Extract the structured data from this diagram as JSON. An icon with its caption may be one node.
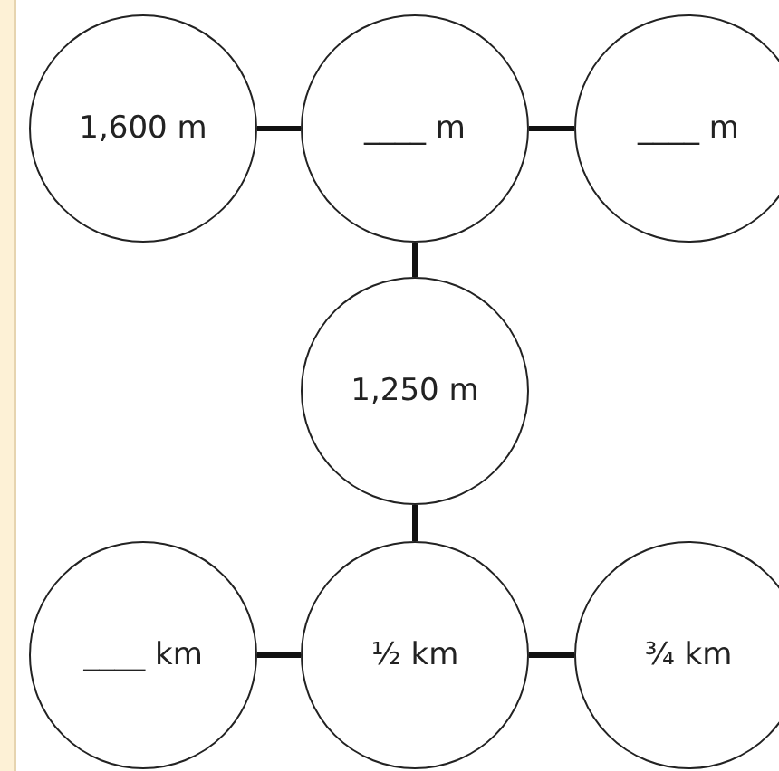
{
  "diagram": {
    "nodes": [
      {
        "text": [
          "1,600 m"
        ]
      },
      {
        "text": [
          "____ m"
        ]
      },
      {
        "text": [
          "____ m"
        ]
      },
      {
        "text": [
          "1,250 m"
        ]
      },
      {
        "text": [
          "½ km"
        ]
      },
      {
        "text": [
          "____ km"
        ]
      },
      {
        "text": [
          "¾ km"
        ]
      }
    ],
    "edges": [
      {
        "from": 0,
        "to": 1,
        "arrow": "none"
      },
      {
        "from": 1,
        "to": 2,
        "arrow": "none"
      },
      {
        "from": 1,
        "to": 3,
        "arrow": "none"
      },
      {
        "from": 3,
        "to": 4,
        "arrow": "none"
      },
      {
        "from": 5,
        "to": 4,
        "arrow": "none"
      },
      {
        "from": 4,
        "to": 6,
        "arrow": "none"
      }
    ]
  }
}
